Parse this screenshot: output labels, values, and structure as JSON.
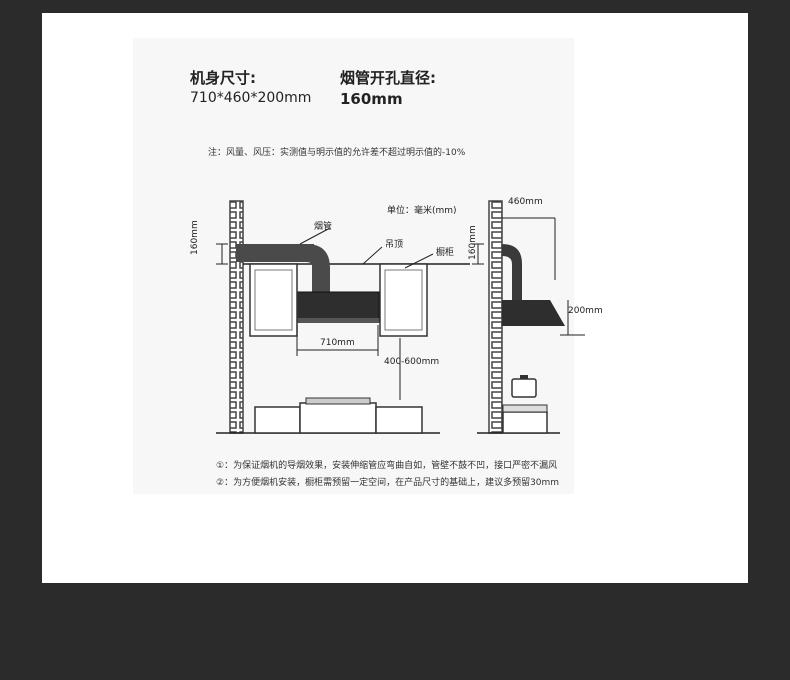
{
  "header": {
    "size_label": "机身尺寸:",
    "size_value": "710*460*200mm",
    "hole_label": "烟管开孔直径:",
    "hole_value": "160mm"
  },
  "note_top": "注：风量、风压：实测值与明示值的允许差不超过明示值的-10%",
  "unit_label": "单位：毫米(mm)",
  "front": {
    "label_duct": "烟管",
    "label_ceiling": "吊顶",
    "label_cabinet": "橱柜",
    "dim_160": "160mm",
    "dim_710": "710mm",
    "dim_400_600": "400-600mm"
  },
  "side": {
    "dim_460": "460mm",
    "dim_160": "160mm",
    "dim_200": "200mm"
  },
  "notes": [
    "①：为保证烟机的导烟效果，安装伸缩管应弯曲自如，管壁不鼓不凹，接口严密不漏风",
    "②：为方便烟机安装，橱柜需预留一定空间，在产品尺寸的基础上，建议多预留30mm"
  ],
  "colors": {
    "frame": "#2b2b2b",
    "card": "#ffffff",
    "hood": "#333333"
  }
}
